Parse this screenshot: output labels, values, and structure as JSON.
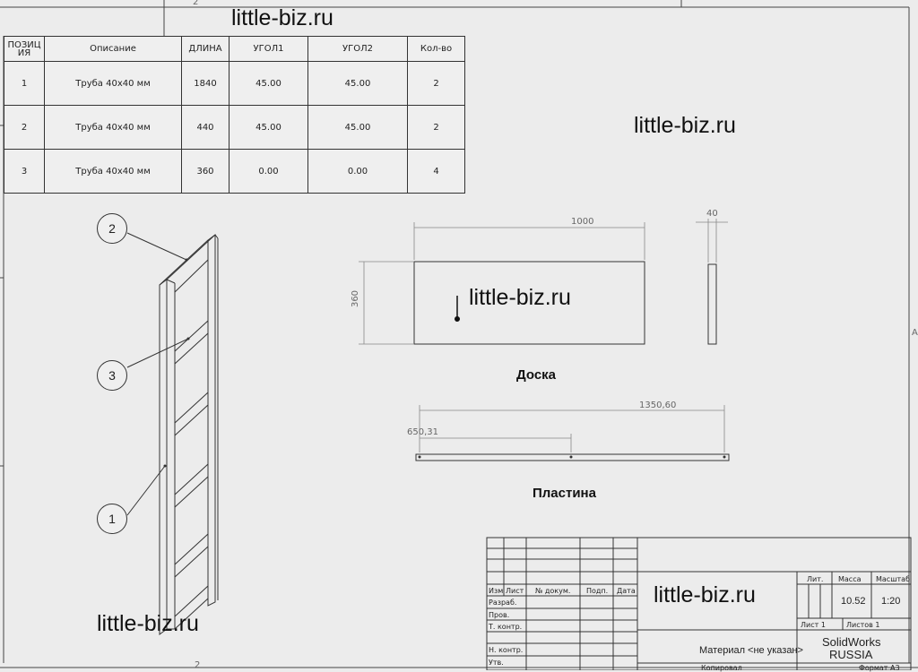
{
  "watermarks": [
    "little-biz.ru",
    "little-biz.ru",
    "little-biz.ru",
    "little-biz.ru",
    "little-biz.ru"
  ],
  "bom": {
    "headers": [
      "ПОЗИЦ\nИЯ",
      "Описание",
      "ДЛИНА",
      "УГОЛ1",
      "УГОЛ2",
      "Кол-во"
    ],
    "rows": [
      [
        "1",
        "Труба 40х40 мм",
        "1840",
        "45.00",
        "45.00",
        "2"
      ],
      [
        "2",
        "Труба 40х40 мм",
        "440",
        "45.00",
        "45.00",
        "2"
      ],
      [
        "3",
        "Труба 40х40 мм",
        "360",
        "0.00",
        "0.00",
        "4"
      ]
    ]
  },
  "balloons": [
    "2",
    "3",
    "1"
  ],
  "board": {
    "caption": "Доска",
    "width_dim": "1000",
    "height_dim": "360",
    "thickness_dim": "40"
  },
  "plate": {
    "caption": "Пластина",
    "length_dim": "1350,60",
    "mid_dim": "650,31"
  },
  "title_block": {
    "col_headers": [
      "Изм",
      "Лист",
      "№ докум.",
      "Подп.",
      "Дата"
    ],
    "row_labels": [
      "Разраб.",
      "Пров.",
      "Т. контр.",
      "Н. контр.",
      "Утв."
    ],
    "lit_label": "Лит.",
    "mass_label": "Масса",
    "scale_label": "Масштаб",
    "mass_value": "10.52",
    "scale_value": "1:20",
    "sheet_label": "Лист 1",
    "sheets_label": "Листов 1",
    "material": "Материал <не указан>",
    "company_line1": "SolidWorks",
    "company_line2": "RUSSIA",
    "copied_label": "Копировал",
    "format_label": "Формат A3"
  },
  "frame_marks": {
    "top": "2",
    "bottom": "2",
    "right": "A"
  }
}
